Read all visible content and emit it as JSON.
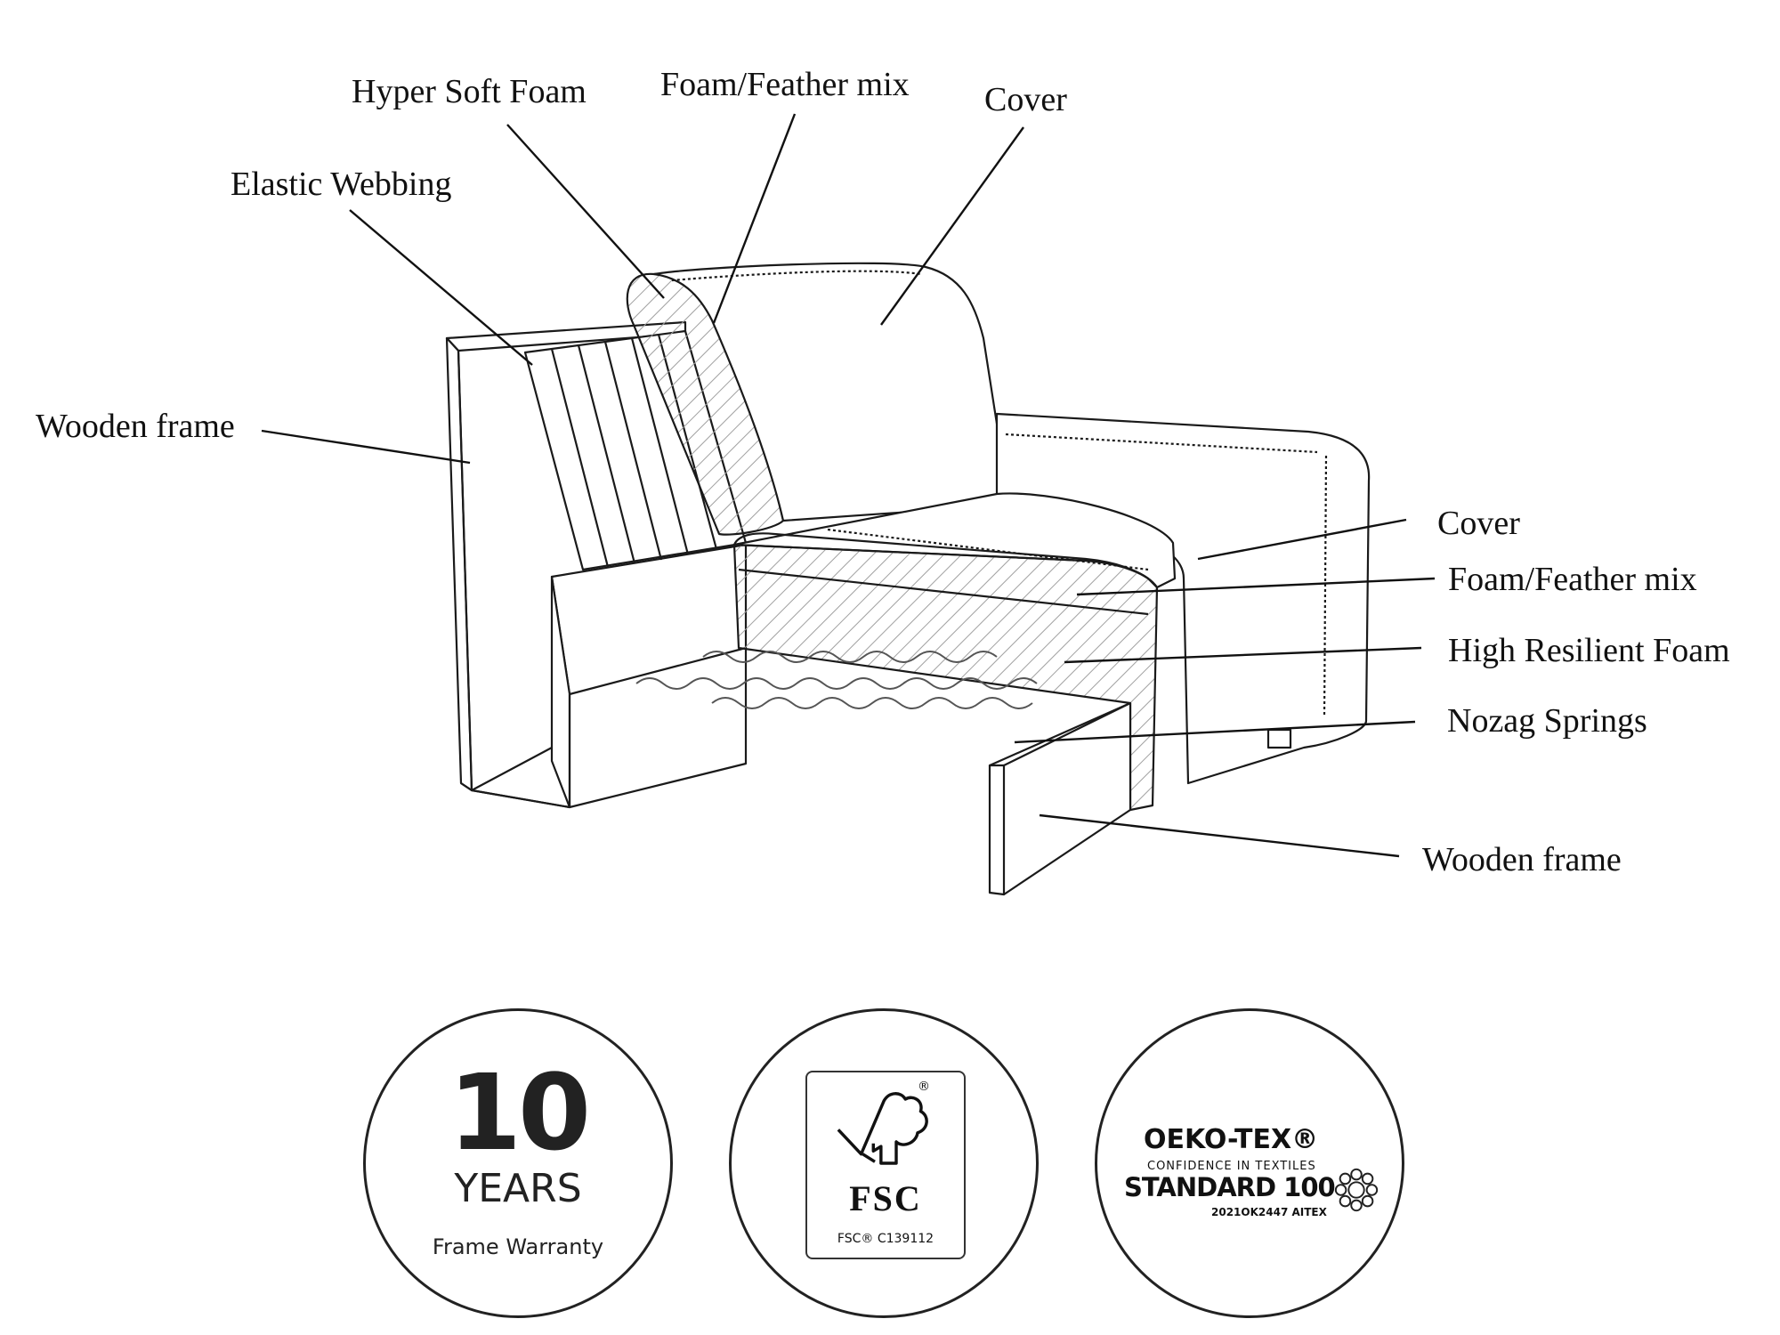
{
  "labels": {
    "hyper_soft_foam": "Hyper Soft Foam",
    "foam_feather_back": "Foam/Feather mix",
    "cover_back": "Cover",
    "elastic_webbing": "Elastic Webbing",
    "wooden_frame_left": "Wooden frame",
    "cover_seat": "Cover",
    "foam_feather_seat": "Foam/Feather mix",
    "high_resilient_foam": "High Resilient Foam",
    "nozag_springs": "Nozag Springs",
    "wooden_frame_bottom": "Wooden frame"
  },
  "badges": {
    "warranty": {
      "number": "10",
      "unit": "YEARS",
      "caption": "Frame Warranty"
    },
    "fsc": {
      "name": "FSC",
      "code": "FSC® C139112",
      "mark": "®"
    },
    "oeko": {
      "line1": "OEKO-TEX®",
      "line2": "CONFIDENCE IN TEXTILES",
      "line3": "STANDARD 100",
      "line4": "2021OK2447 AITEX"
    }
  },
  "colors": {
    "line": "#1a1a1a",
    "hatch": "#9a9a9a",
    "text": "#111111"
  },
  "icons": [
    "tree-checkmark-icon",
    "oeko-tex-flower-icon"
  ]
}
